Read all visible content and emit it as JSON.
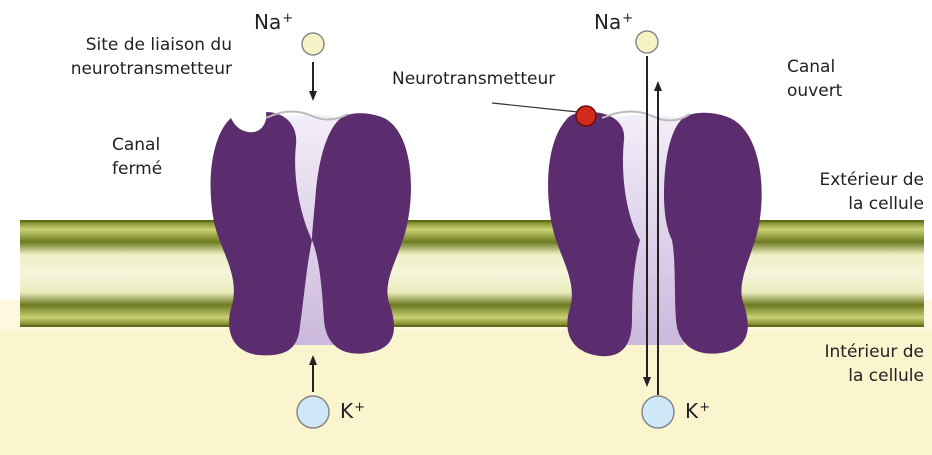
{
  "labels": {
    "binding_site": [
      "Site de liaison du",
      "neurotransmetteur"
    ],
    "closed_channel": [
      "Canal",
      "fermé"
    ],
    "neurotransmitter": "Neurotransmetteur",
    "open_channel": [
      "Canal",
      "ouvert"
    ],
    "outside": [
      "Extérieur de",
      "la cellule"
    ],
    "inside": [
      "Intérieur de",
      "la cellule"
    ]
  },
  "ions": {
    "sodium": {
      "symbol": "Na",
      "charge": "+"
    },
    "potassium": {
      "symbol": "K",
      "charge": "+"
    }
  },
  "colors": {
    "protein": "#5b2d6e",
    "pore": "#e6dcf0",
    "membrane": "#b8c25a",
    "inside": "#fbf5cf",
    "sodium_ion": "#f8f3c6",
    "potassium_ion": "#cfe8f8",
    "neurotransmitter": "#d32a1e"
  }
}
